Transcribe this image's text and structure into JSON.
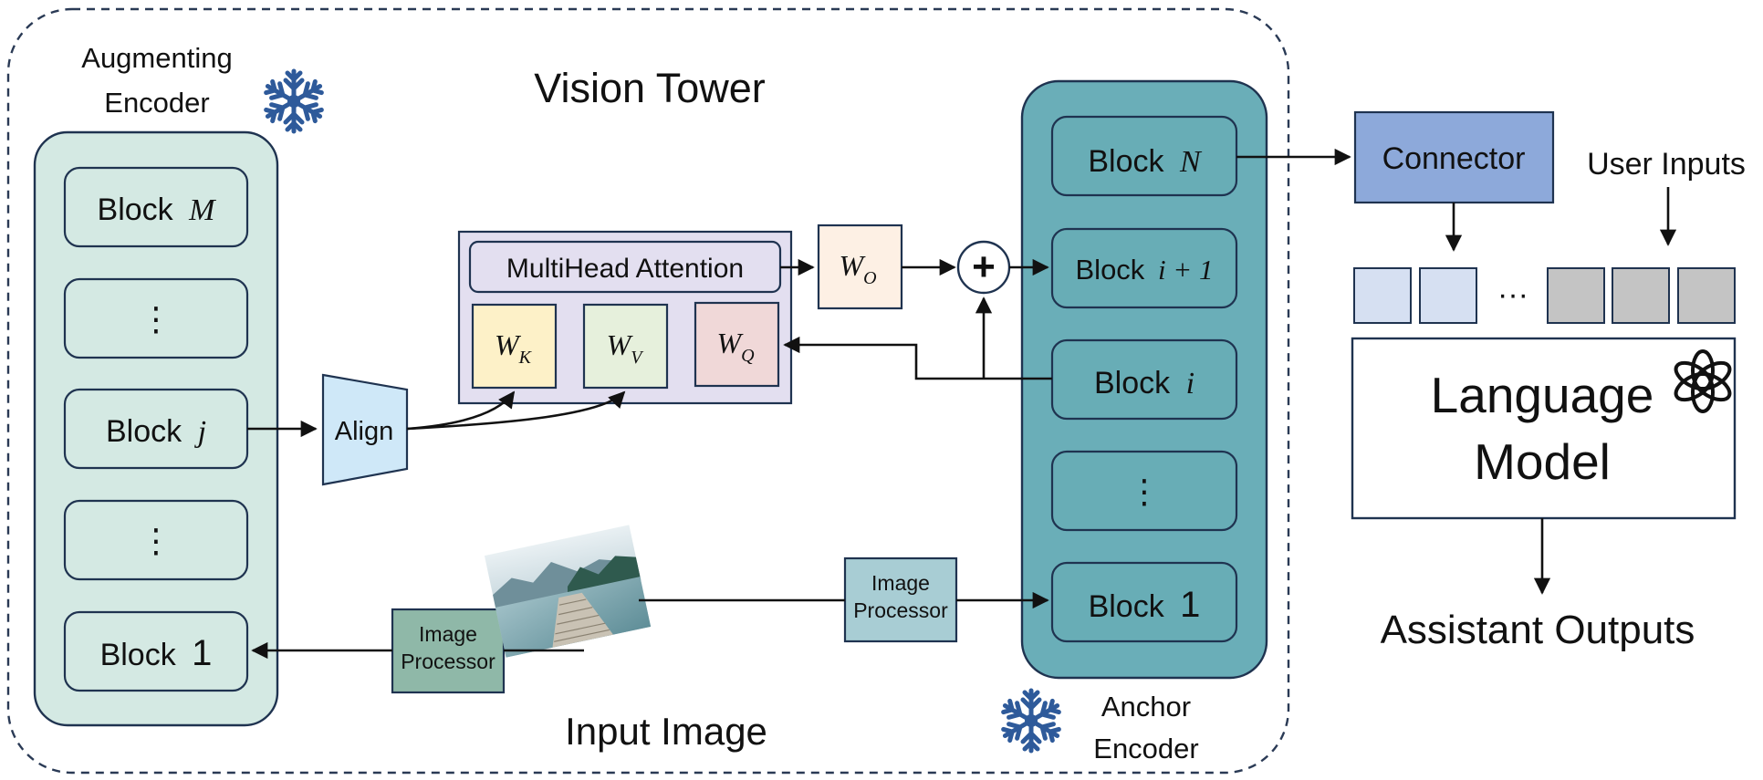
{
  "title": "Vision Tower",
  "augmenting_encoder": {
    "title_line1": "Augmenting",
    "title_line2": "Encoder",
    "blocks": [
      {
        "word": "Block",
        "math": "M"
      },
      {
        "word": "",
        "math": "⋮"
      },
      {
        "word": "Block",
        "math": "j"
      },
      {
        "word": "",
        "math": "⋮"
      },
      {
        "word": "Block",
        "math": "1"
      }
    ]
  },
  "anchor_encoder": {
    "title_line1": "Anchor",
    "title_line2": "Encoder",
    "blocks": [
      {
        "word": "Block",
        "math": "N"
      },
      {
        "word": "Block",
        "math": "i + 1"
      },
      {
        "word": "Block",
        "math": "i"
      },
      {
        "word": "",
        "math": "⋮"
      },
      {
        "word": "Block",
        "math": "1"
      }
    ]
  },
  "align_label": "Align",
  "attention": {
    "label": "MultiHead Attention",
    "wk": {
      "base": "W",
      "sub": "K"
    },
    "wv": {
      "base": "W",
      "sub": "V"
    },
    "wq": {
      "base": "W",
      "sub": "Q"
    },
    "wo": {
      "base": "W",
      "sub": "O"
    },
    "add_symbol": "+"
  },
  "image_processor_left": {
    "line1": "Image",
    "line2": "Processor"
  },
  "image_processor_right": {
    "line1": "Image",
    "line2": "Processor"
  },
  "input_image_label": "Input Image",
  "connector_label": "Connector",
  "user_inputs_label": "User Inputs",
  "token_ellipsis": "···",
  "language_model": {
    "line1": "Language",
    "line2": "Model"
  },
  "assistant_outputs_label": "Assistant Outputs",
  "colors": {
    "augmenting_fill": "#d4e9e3",
    "anchor_fill": "#6aaeb8",
    "anchor_block_fill": "#68adb6",
    "border": "#1f3350",
    "align_fill": "#cfe8f8",
    "attention_fill": "#e3dff0",
    "wk_fill": "#fdf1c8",
    "wv_fill": "#e6f0dc",
    "wq_fill": "#f0d8d8",
    "wo_fill": "#fdf0e4",
    "processor_left_fill": "#8fb8a8",
    "processor_right_fill": "#a8cdd4",
    "connector_fill": "#8da9da",
    "text_token_fill": "#d6e0f2",
    "user_token_fill": "#c4c4c4",
    "snowflake": "#2e5a9a"
  },
  "icons": [
    "snowflake-icon",
    "openai-logo-icon",
    "lake-photo"
  ]
}
